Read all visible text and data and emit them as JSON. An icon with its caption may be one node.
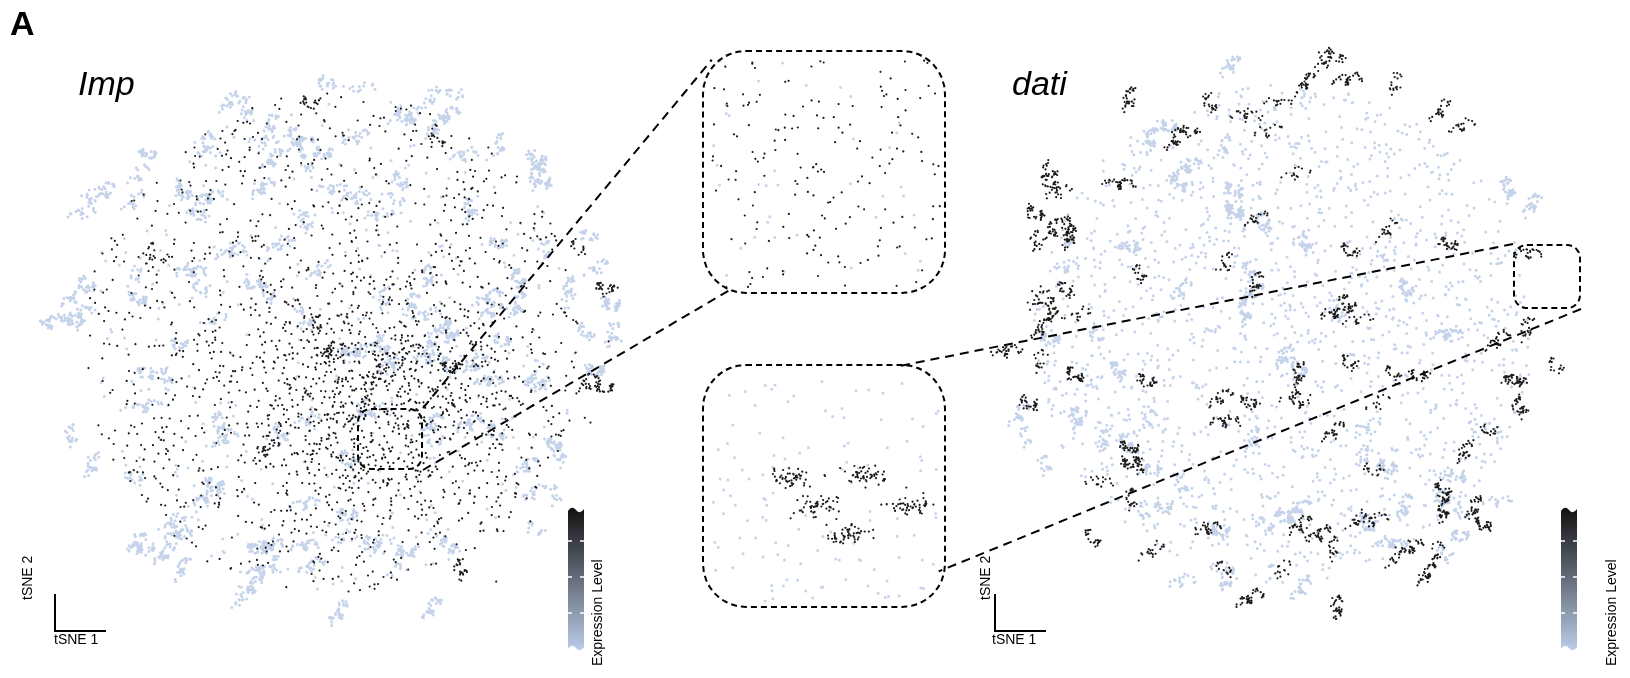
{
  "diagram": {
    "nodes": [
      {
        "text": [],
        "shape": "picture"
      },
      {
        "text": [],
        "shape": "box",
        "in": 0
      },
      {
        "text": [],
        "shape": "picture"
      },
      {
        "text": [],
        "shape": "picture"
      },
      {
        "text": [],
        "shape": "picture"
      },
      {
        "text": [],
        "shape": "box",
        "in": 4
      }
    ],
    "edges": [
      {
        "from": 1,
        "to": 2,
        "arrow": "none",
        "style": "dashed"
      },
      {
        "from": 1,
        "to": 2,
        "arrow": "none",
        "style": "dashed"
      },
      {
        "from": 5,
        "to": 3,
        "arrow": "none",
        "style": "dashed"
      },
      {
        "from": 5,
        "to": 3,
        "arrow": "none",
        "style": "dashed"
      }
    ],
    "labels": [
      "A",
      "Imp",
      "tSNE 2",
      "tSNE 1",
      "Expression Level",
      "dati",
      "tSNE 2",
      "tSNE 1",
      "Expression Level"
    ]
  }
}
